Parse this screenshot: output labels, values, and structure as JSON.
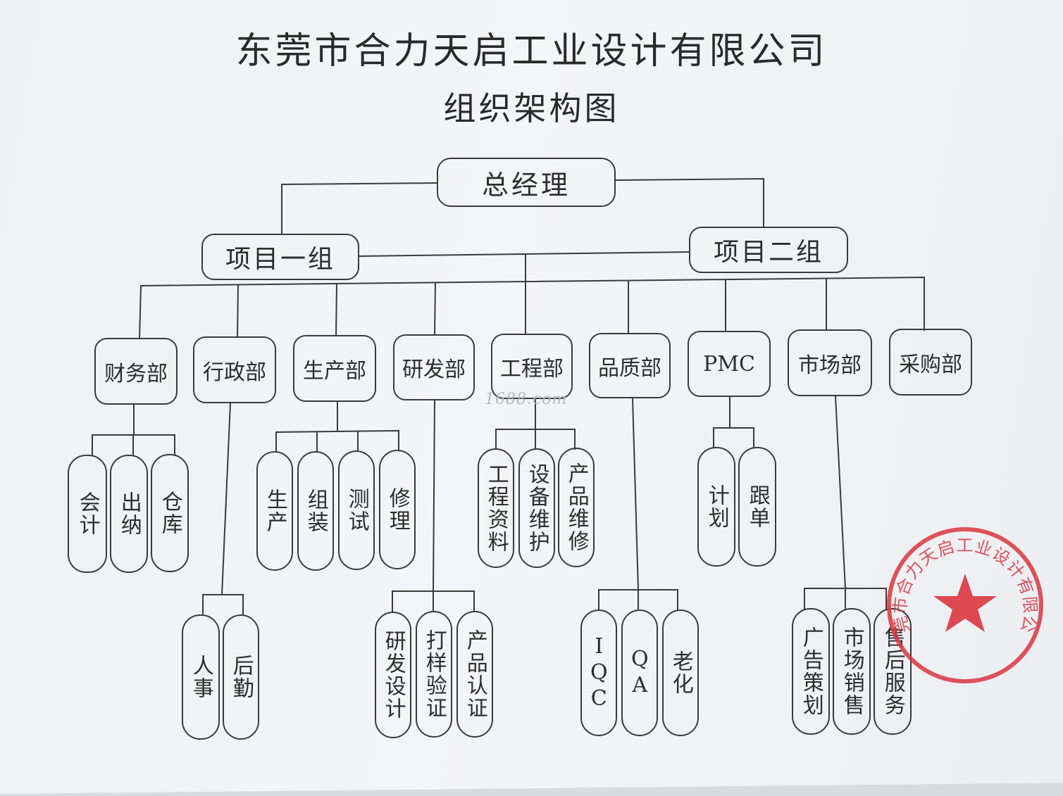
{
  "title": "东莞市合力天启工业设计有限公司",
  "subtitle": "组织架构图",
  "gm": "总经理",
  "groups": [
    "项目一组",
    "项目二组"
  ],
  "departments": [
    {
      "name": "财务部",
      "subs": [
        "会计",
        "出纳",
        "仓库"
      ]
    },
    {
      "name": "行政部",
      "subs": [
        "人事",
        "后勤"
      ]
    },
    {
      "name": "生产部",
      "subs": [
        "生产",
        "组装",
        "测试",
        "修理"
      ]
    },
    {
      "name": "研发部",
      "subs": [
        "研发设计",
        "打样验证",
        "产品认证"
      ]
    },
    {
      "name": "工程部",
      "subs": [
        "工程资料",
        "设备维护",
        "产品维修"
      ]
    },
    {
      "name": "品质部",
      "subs": [
        "IQC",
        "QA",
        "老化"
      ]
    },
    {
      "name": "PMC",
      "subs": [
        "计划",
        "跟单"
      ]
    },
    {
      "name": "市场部",
      "subs": [
        "广告策划",
        "市场销售",
        "售后服务"
      ]
    },
    {
      "name": "采购部",
      "subs": []
    }
  ],
  "watermark": "1688.com",
  "seal_text": "东莞市合力天启工业设计有限公司",
  "colors": {
    "line": "#3b3b3b",
    "seal": "#d9363e",
    "text": "#2d2d2d"
  }
}
